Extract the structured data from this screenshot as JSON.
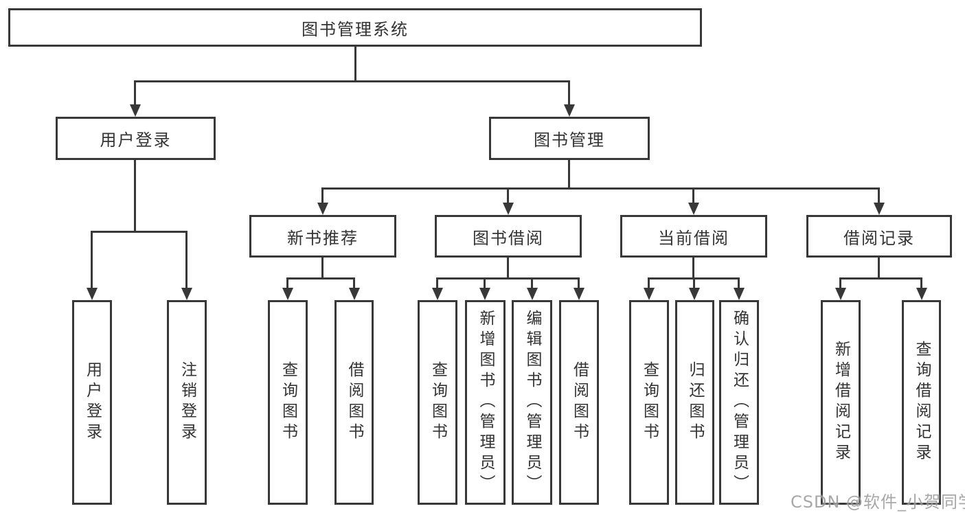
{
  "tree": {
    "label": "图书管理系统",
    "children": [
      {
        "label": "用户登录",
        "children": [
          {
            "label": "用户登录"
          },
          {
            "label": "注销登录"
          }
        ]
      },
      {
        "label": "图书管理",
        "children": [
          {
            "label": "新书推荐",
            "children": [
              {
                "label": "查询图书"
              },
              {
                "label": "借阅图书"
              }
            ]
          },
          {
            "label": "图书借阅",
            "children": [
              {
                "label": "查询图书"
              },
              {
                "label": "新增图书（管理员）"
              },
              {
                "label": "编辑图书（管理员）"
              },
              {
                "label": "借阅图书"
              }
            ]
          },
          {
            "label": "当前借阅",
            "children": [
              {
                "label": "查询图书"
              },
              {
                "label": "归还图书"
              },
              {
                "label": "确认归还（管理员）"
              }
            ]
          },
          {
            "label": "借阅记录",
            "children": [
              {
                "label": "新增借阅记录"
              },
              {
                "label": "查询借阅记录"
              }
            ]
          }
        ]
      }
    ]
  },
  "watermark": {
    "text": "CSDN @软件_小贺同学"
  },
  "colors": {
    "line": "#383838",
    "box_border": "#383838",
    "text": "#333333",
    "background": "#ffffff",
    "watermark": "#9b9b9b"
  }
}
